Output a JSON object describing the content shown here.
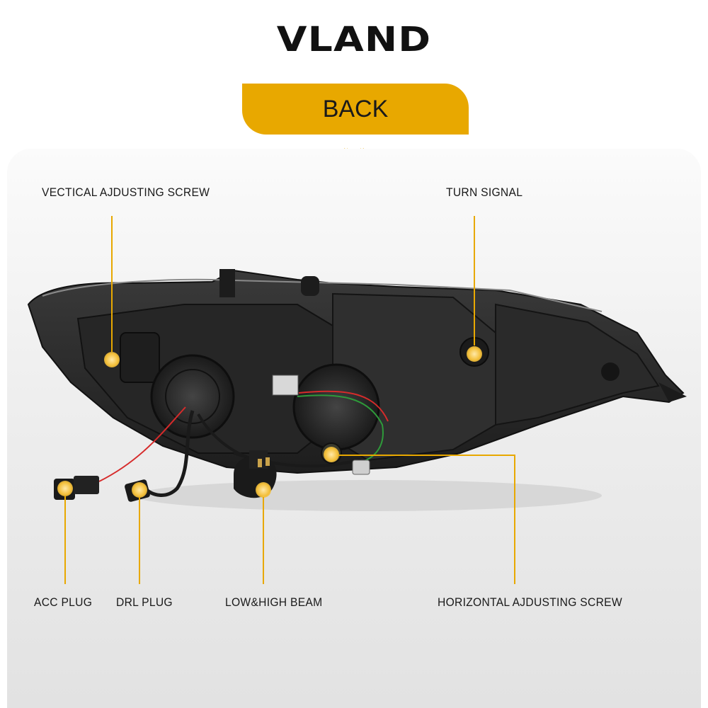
{
  "brand": {
    "name": "VLAND"
  },
  "header": {
    "tab_label": "BACK"
  },
  "callouts": {
    "vertical_screw": "VECTICAL AJDUSTING SCREW",
    "turn_signal": "TURN SIGNAL",
    "acc_plug": "ACC PLUG",
    "drl_plug": "DRL PLUG",
    "low_high_beam": "LOW&HIGH BEAM",
    "horizontal_screw": "HORIZONTAL AJDUSTING SCREW"
  },
  "colors": {
    "accent": "#e8a800",
    "text": "#1a1a1a",
    "housing": "#2b2b2b"
  }
}
